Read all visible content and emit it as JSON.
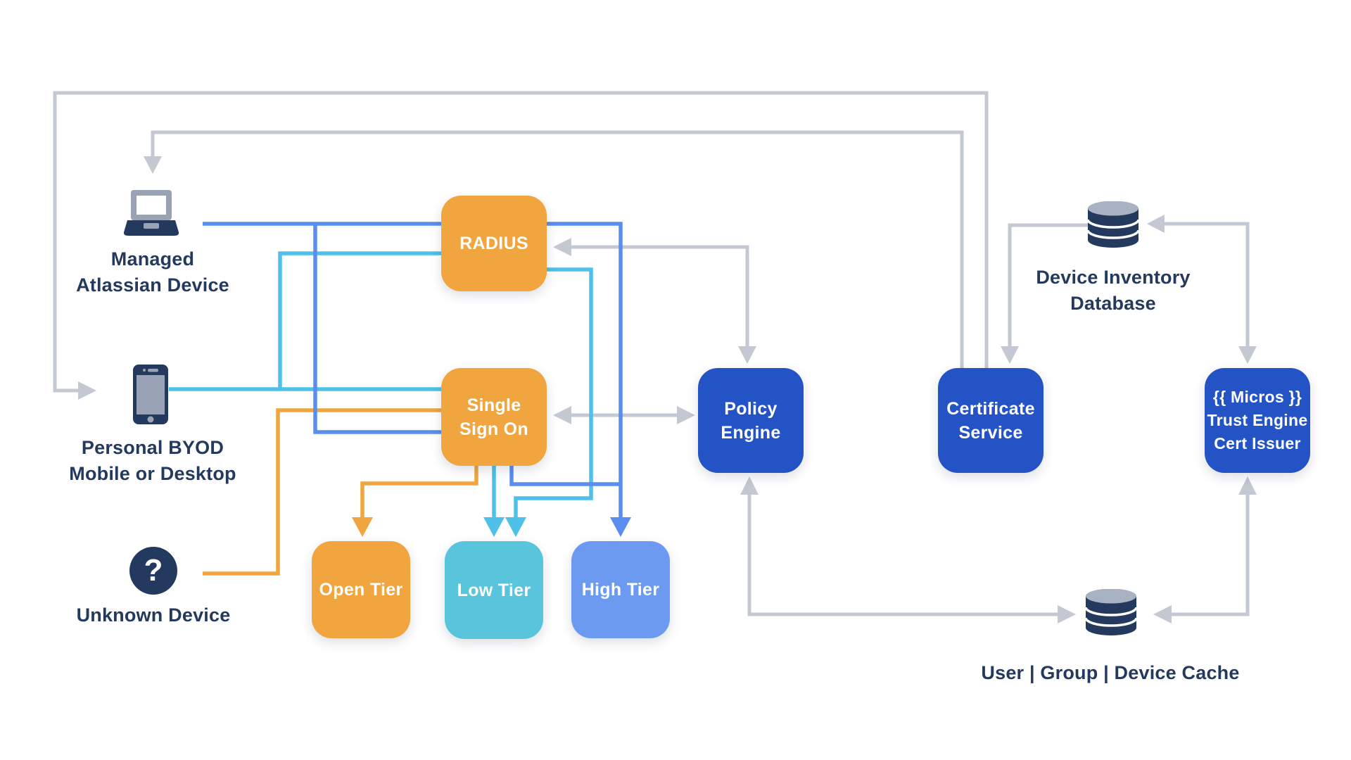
{
  "palette": {
    "orange": "#F0A53E",
    "cyan": "#58C5DC",
    "cyan_line": "#4FC0E8",
    "blue_light": "#6C9AF0",
    "blue_line": "#5B8DEE",
    "royal": "#2453C6",
    "navy": "#233A5E",
    "gray": "#C3C8D2",
    "icon_gray": "#9AA3B5",
    "db_top_gray": "#A9B2C2"
  },
  "nodes": {
    "radius": {
      "label": "RADIUS"
    },
    "sso": {
      "line1": "Single",
      "line2": "Sign On"
    },
    "open_tier": {
      "label": "Open Tier"
    },
    "low_tier": {
      "label": "Low Tier"
    },
    "high_tier": {
      "label": "High Tier"
    },
    "policy_engine": {
      "line1": "Policy",
      "line2": "Engine"
    },
    "certificate_service": {
      "line1": "Certificate",
      "line2": "Service"
    },
    "micros_trust_engine": {
      "line1": "{{ Micros }}",
      "line2": "Trust Engine",
      "line3": "Cert Issuer"
    }
  },
  "devices": {
    "managed": {
      "line1": "Managed",
      "line2": "Atlassian Device"
    },
    "byod": {
      "line1": "Personal BYOD",
      "line2": "Mobile or Desktop"
    },
    "unknown": {
      "label": "Unknown Device",
      "glyph": "?"
    }
  },
  "datastores": {
    "device_inventory": {
      "line1": "Device Inventory",
      "line2": "Database"
    },
    "user_cache": {
      "label": "User | Group | Device Cache"
    }
  },
  "icons": {
    "managed": "laptop-icon",
    "byod": "smartphone-icon",
    "unknown": "question-mark-icon",
    "device_inventory": "database-icon",
    "user_cache": "database-icon"
  },
  "connections": [
    {
      "from": "certificate-service",
      "to": "personal-byod-device",
      "color": "gray"
    },
    {
      "from": "certificate-service",
      "to": "managed-atlassian-device",
      "color": "gray"
    },
    {
      "from": "device-inventory-database",
      "to": "certificate-service",
      "color": "gray"
    },
    {
      "from": "device-inventory-database",
      "to": "micros-trust-engine",
      "color": "gray",
      "bidirectional": true
    },
    {
      "from": "radius",
      "to": "policy-engine",
      "color": "gray",
      "bidirectional": true
    },
    {
      "from": "single-sign-on",
      "to": "policy-engine",
      "color": "gray",
      "bidirectional": true
    },
    {
      "from": "policy-engine",
      "to": "user-group-device-cache",
      "color": "gray",
      "bidirectional": true
    },
    {
      "from": "micros-trust-engine",
      "to": "user-group-device-cache",
      "color": "gray",
      "bidirectional": true
    },
    {
      "from": "managed-atlassian-device",
      "to": "high-tier",
      "color": "blue",
      "via": "radius"
    },
    {
      "from": "managed-atlassian-device",
      "to": "single-sign-on",
      "color": "blue"
    },
    {
      "from": "single-sign-on",
      "to": "high-tier",
      "color": "blue"
    },
    {
      "from": "personal-byod-device",
      "to": "radius",
      "color": "cyan"
    },
    {
      "from": "personal-byod-device",
      "to": "single-sign-on",
      "color": "cyan"
    },
    {
      "from": "radius",
      "to": "low-tier",
      "color": "cyan"
    },
    {
      "from": "single-sign-on",
      "to": "low-tier",
      "color": "cyan"
    },
    {
      "from": "unknown-device",
      "to": "single-sign-on",
      "color": "orange"
    },
    {
      "from": "single-sign-on",
      "to": "open-tier",
      "color": "orange"
    }
  ]
}
